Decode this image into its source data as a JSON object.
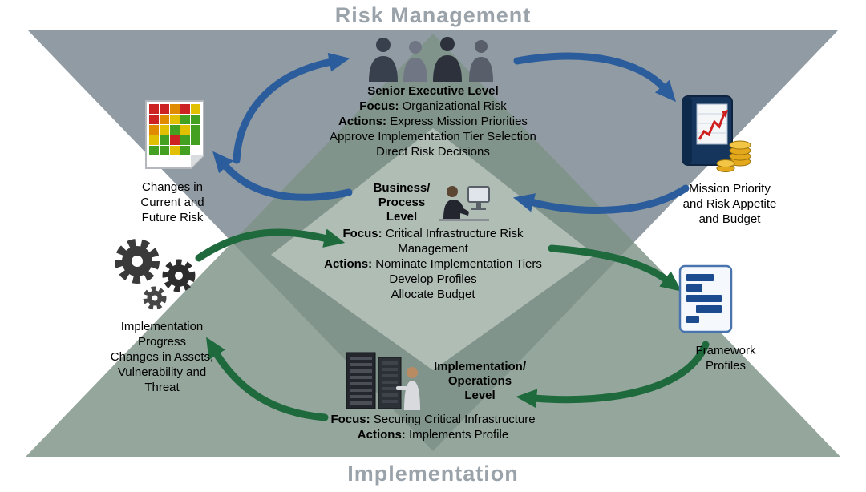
{
  "titles": {
    "top": "Risk Management",
    "bottom": "Implementation"
  },
  "labels": {
    "focus": "Focus:",
    "actions": "Actions:"
  },
  "colors": {
    "title_gray": "#9aa2aa",
    "blue_arrow": "#2b5c9c",
    "green_arrow": "#1e6a3c",
    "top_triangle": "#919ba3",
    "bottom_triangle": "#7e9386"
  },
  "senior": {
    "title": "Senior Executive Level",
    "focus": "Organizational Risk",
    "action1": "Express Mission Priorities",
    "action2": "Approve Implementation Tier Selection",
    "action3": "Direct Risk Decisions"
  },
  "business": {
    "title": "Business/\nProcess\nLevel",
    "focus": "Critical Infrastructure Risk Management",
    "action1": "Nominate Implementation Tiers",
    "action2": "Develop Profiles",
    "action3": "Allocate Budget"
  },
  "operations": {
    "title": "Implementation/\nOperations\nLevel",
    "focus": "Securing Critical Infrastructure",
    "action1": "Implements Profile"
  },
  "side_labels": {
    "changes": "Changes in\nCurrent and\nFuture Risk",
    "mission": "Mission Priority\nand Risk Appetite\nand Budget",
    "progress": "Implementation\nProgress\nChanges in Assets,\nVulnerability and\nThreat",
    "profiles": "Framework\nProfiles"
  },
  "icons": {
    "executives": "executives-group-icon",
    "heatmap": "risk-heatmap-icon",
    "binder": "binder-chart-coins-icon",
    "computer_user": "computer-user-icon",
    "gears": "gears-icon",
    "framework": "framework-profiles-icon",
    "servers": "server-racks-icon"
  }
}
